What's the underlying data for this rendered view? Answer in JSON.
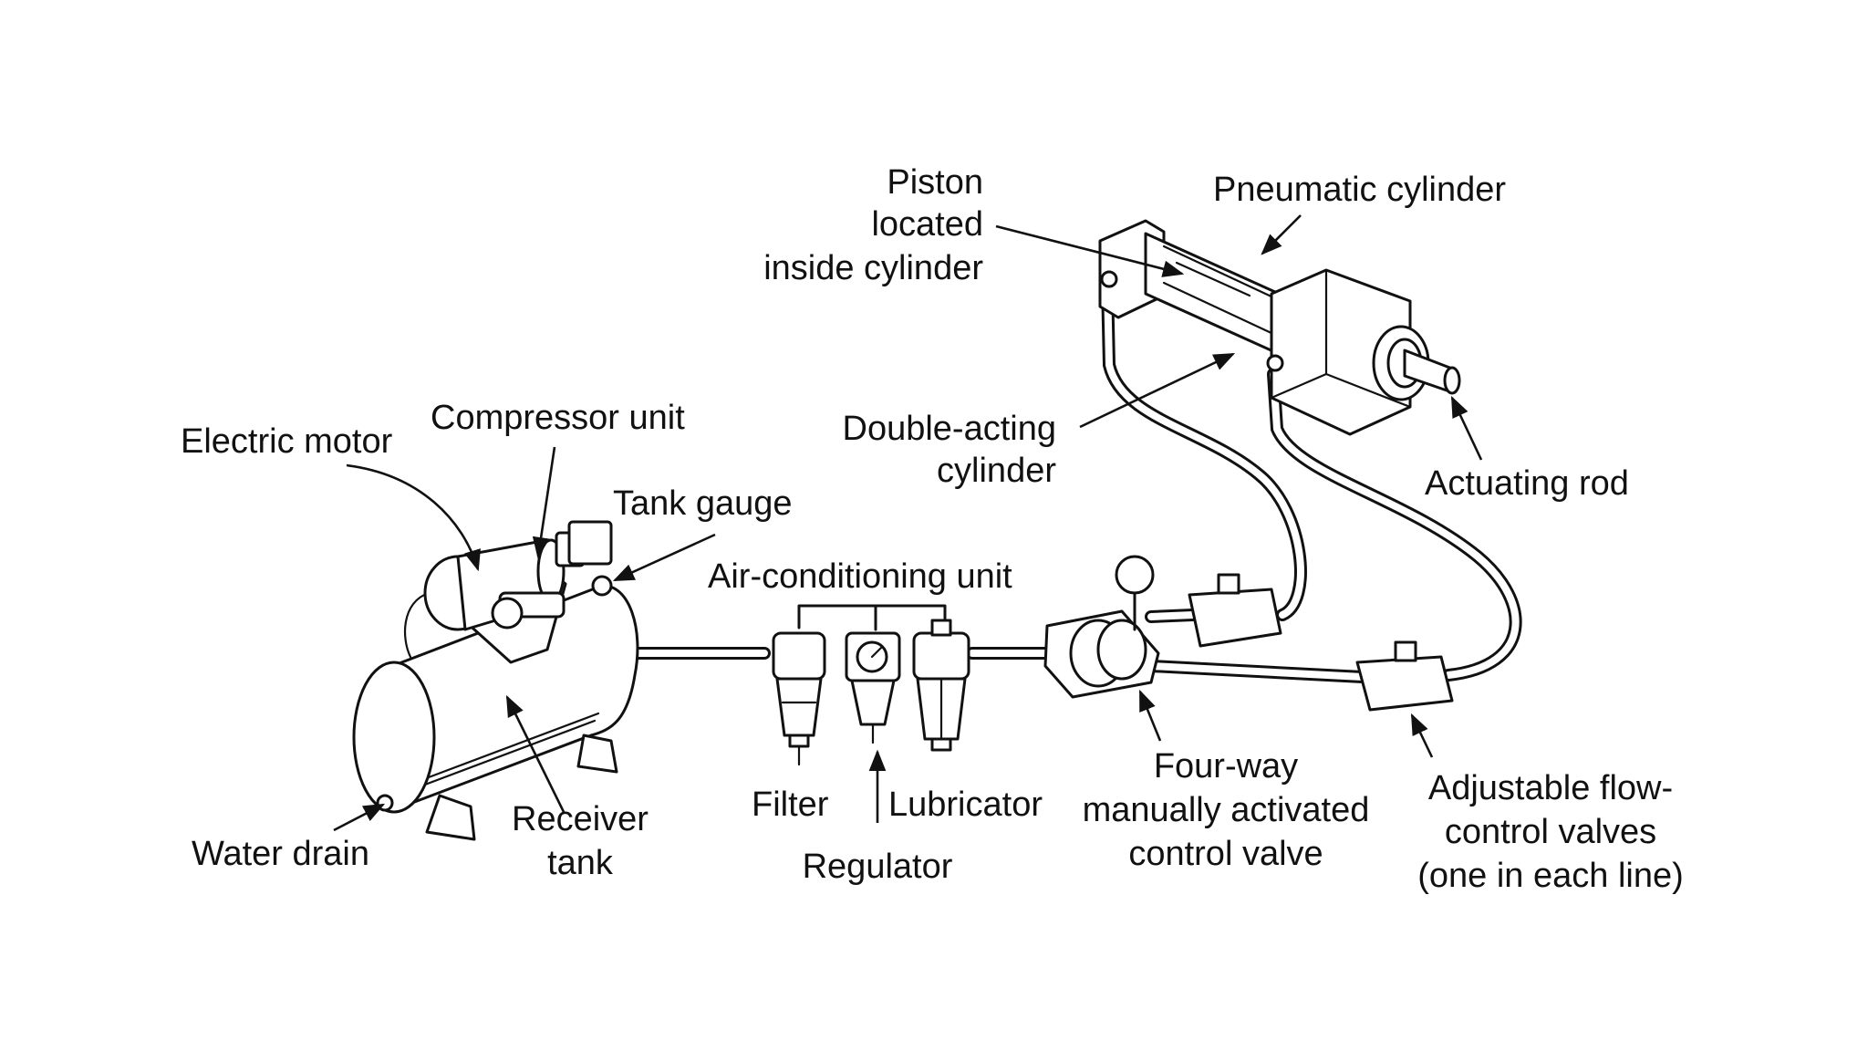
{
  "diagram": {
    "labels": {
      "piston": [
        "Piston",
        "located",
        "inside cylinder"
      ],
      "pneumatic_cylinder": "Pneumatic cylinder",
      "electric_motor": "Electric motor",
      "compressor_unit": "Compressor unit",
      "double_acting": [
        "Double-acting",
        "cylinder"
      ],
      "actuating_rod": "Actuating rod",
      "tank_gauge": "Tank gauge",
      "air_conditioning_unit": "Air-conditioning unit",
      "filter": "Filter",
      "lubricator": "Lubricator",
      "regulator": "Regulator",
      "four_way": [
        "Four-way",
        "manually activated",
        "control valve"
      ],
      "flow_control": [
        "Adjustable flow-",
        "control valves",
        "(one in each line)"
      ],
      "receiver_tank": [
        "Receiver",
        "tank"
      ],
      "water_drain": "Water drain"
    }
  }
}
